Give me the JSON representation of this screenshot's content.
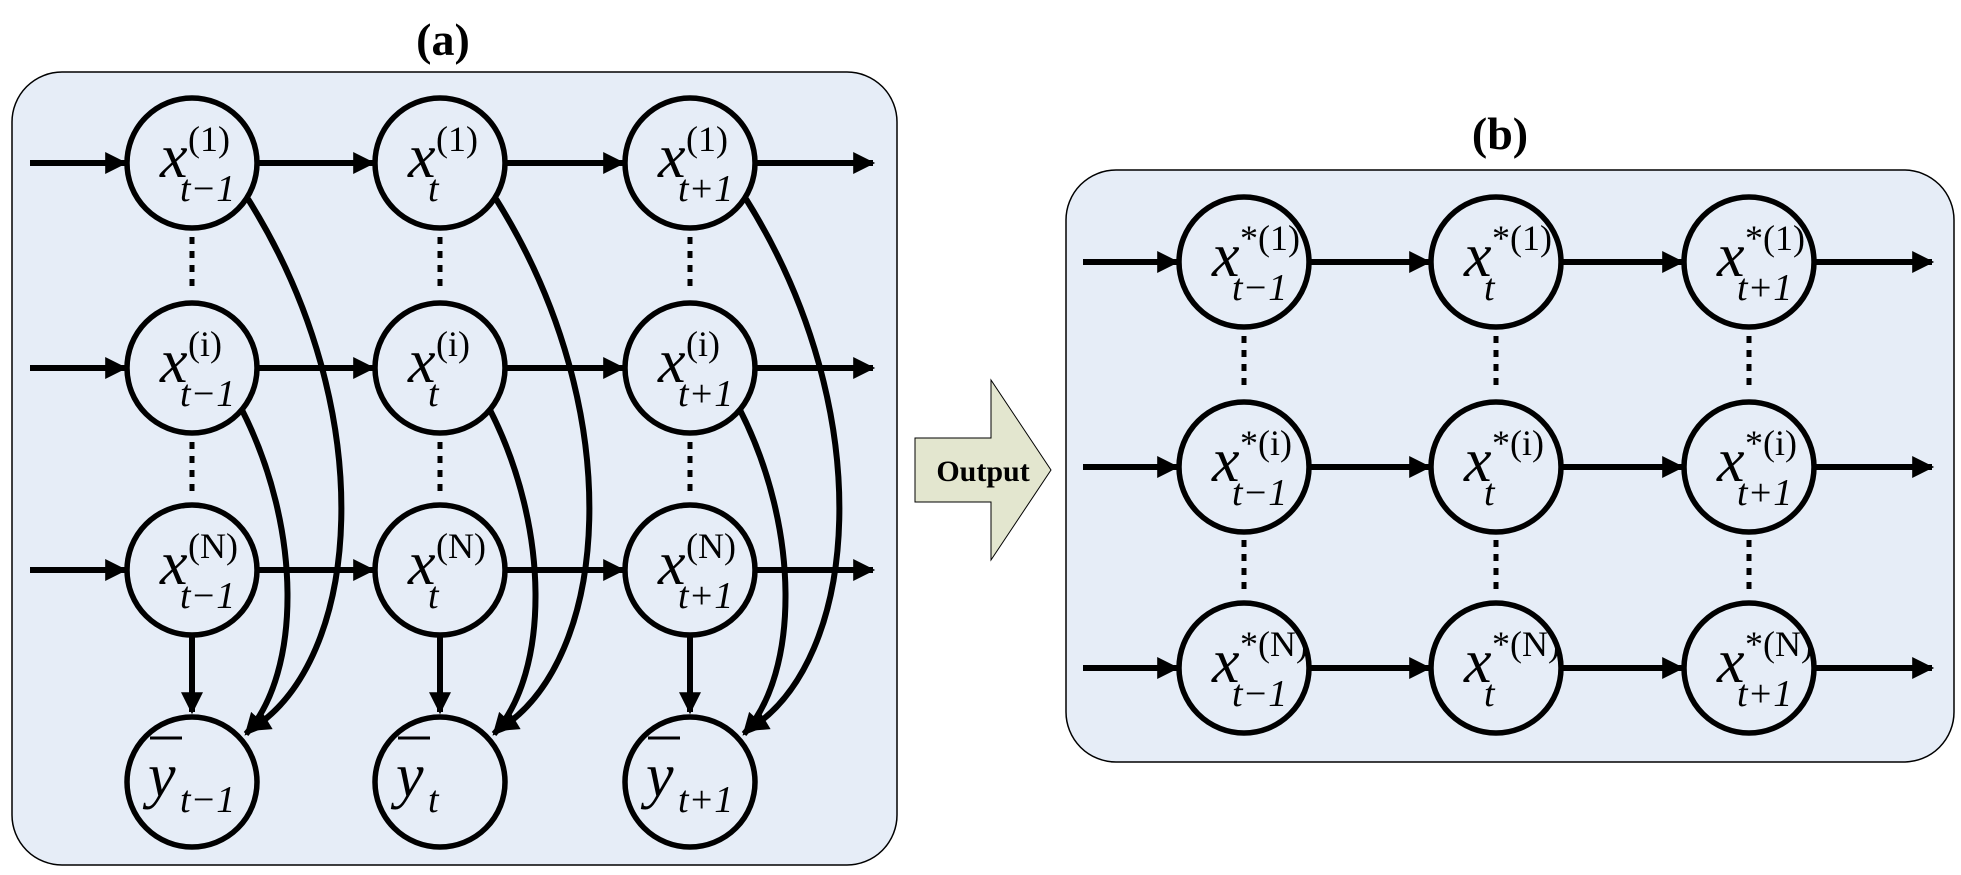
{
  "panel_a": {
    "title": "(a)",
    "columns": [
      {
        "sub": "t−1",
        "y_sub": "t−1"
      },
      {
        "sub": "t",
        "y_sub": "t"
      },
      {
        "sub": "t+1",
        "y_sub": "t+1"
      }
    ],
    "rows": [
      {
        "sup": "(1)"
      },
      {
        "sup": "(i)"
      },
      {
        "sup": "(N)"
      }
    ],
    "x_symbol": "x",
    "y_symbol": "y"
  },
  "arrow": {
    "label": "Output",
    "fill": "#e3e6cf"
  },
  "panel_b": {
    "title": "(b)",
    "columns": [
      {
        "sub": "t−1"
      },
      {
        "sub": "t"
      },
      {
        "sub": "t+1"
      }
    ],
    "rows": [
      {
        "sup": "*(1)"
      },
      {
        "sup": "*(i)"
      },
      {
        "sup": "*(N)"
      }
    ],
    "x_symbol": "x"
  },
  "colors": {
    "panel_bg": "#e6edf7",
    "stroke": "#000000"
  }
}
